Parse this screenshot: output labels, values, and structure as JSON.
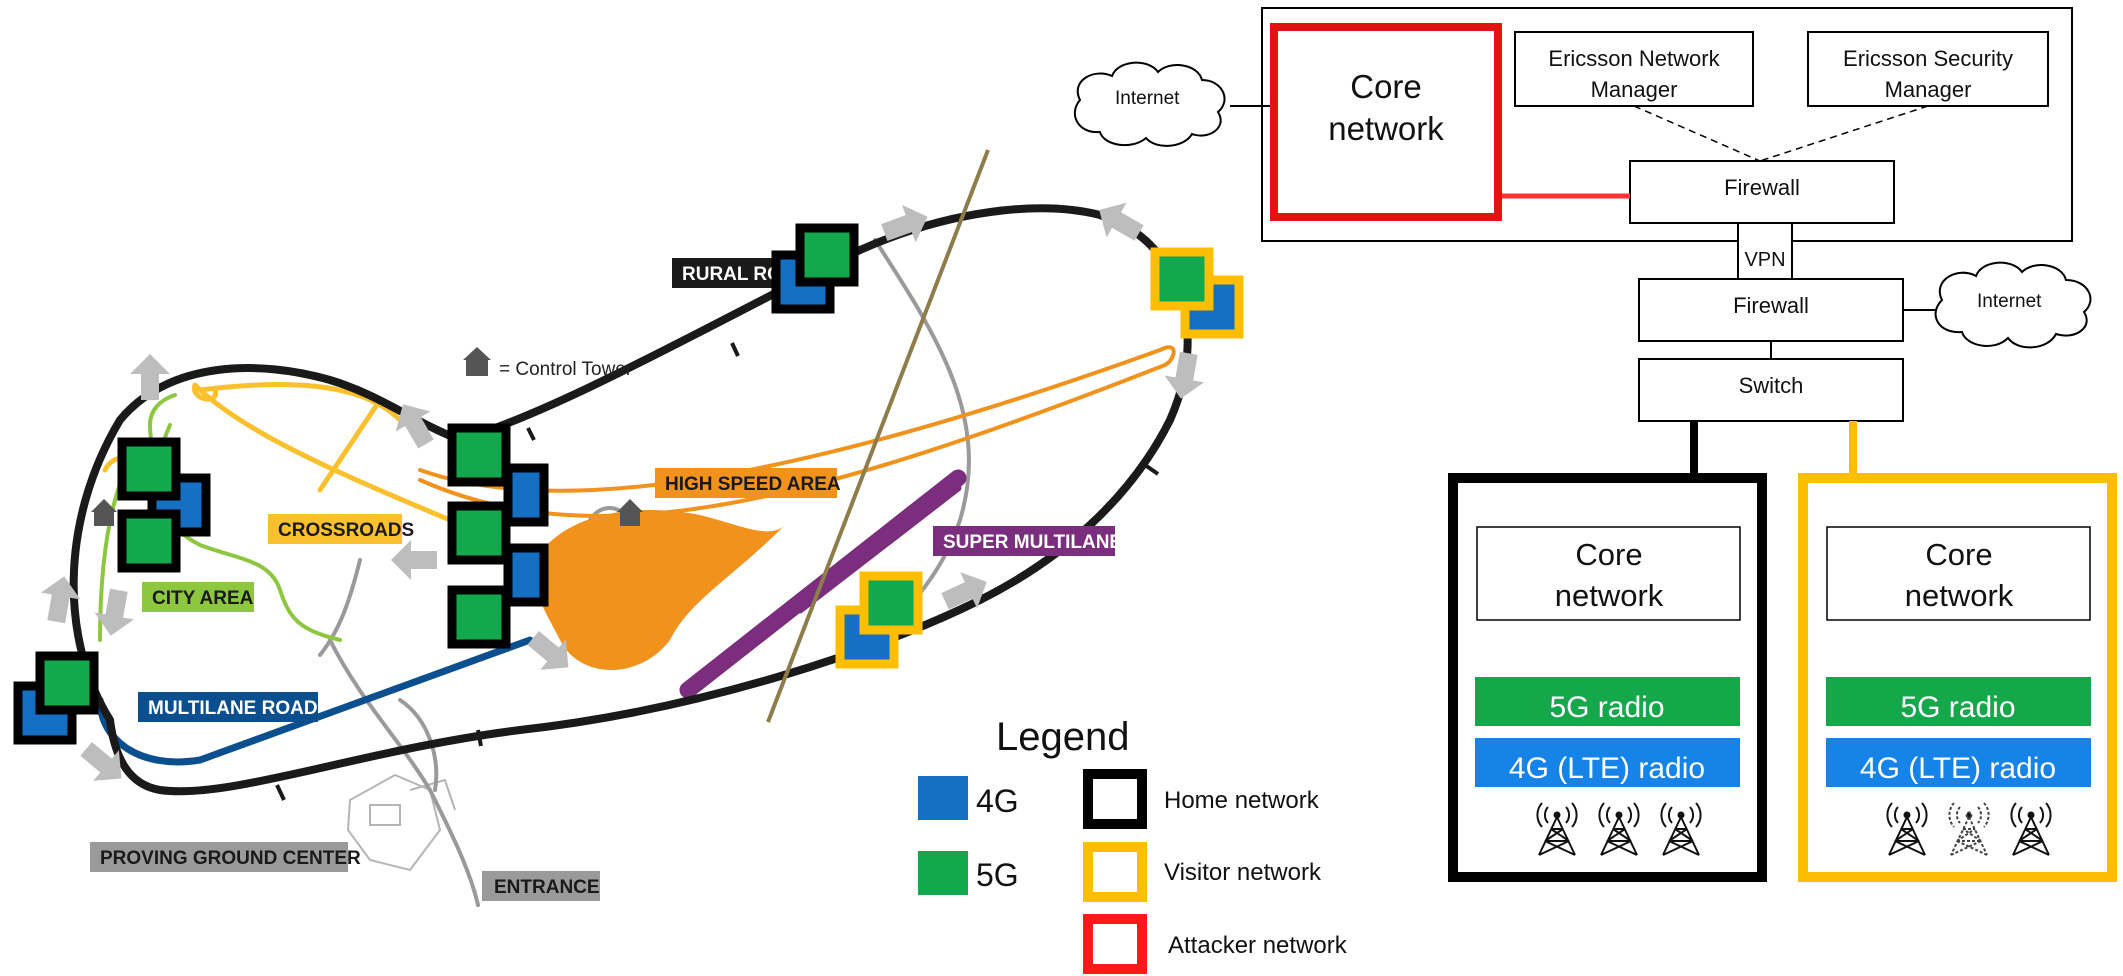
{
  "map": {
    "control_tower_note": "= Control Tower",
    "areas": {
      "rural_road": "RURAL RO",
      "high_speed_area": "HIGH SPEED AREA",
      "crossroads": "CROSSROADS",
      "city_area": "CITY AREA",
      "super_multilane": "SUPER MULTILANE",
      "multilane_road": "MULTILANE ROAD",
      "proving_ground_center": "PROVING GROUND CENTER",
      "entrance": "ENTRANCE"
    },
    "colors": {
      "track": "#1a1a1a",
      "orange_road": "#f0921c",
      "yellow_road": "#fbc02d",
      "green_road": "#8dc63f",
      "blue_road": "#0b4f8f",
      "purple_road": "#7b2d7e",
      "grey_road": "#9a9a9a",
      "divider": "#8c7d4b",
      "arrow": "#bdbdbd"
    }
  },
  "legend": {
    "title": "Legend",
    "items": {
      "g4": "4G",
      "g5": "5G",
      "home": "Home network",
      "visitor": "Visitor network",
      "attacker": "Attacker network"
    },
    "colors": {
      "g4": "#1570c4",
      "g5": "#12a84c",
      "home": "#000000",
      "visitor": "#ffbe00",
      "attacker": "#ff1a1a"
    }
  },
  "architecture": {
    "internet_top": "Internet",
    "internet_right": "Internet",
    "attacker_core_line1": "Core",
    "attacker_core_line2": "network",
    "network_manager_line1": "Ericsson Network",
    "network_manager_line2": "Manager",
    "security_manager_line1": "Ericsson Security",
    "security_manager_line2": "Manager",
    "firewall_upper": "Firewall",
    "vpn": "VPN",
    "firewall_lower": "Firewall",
    "switch": "Switch",
    "home_core_line1": "Core",
    "home_core_line2": "network",
    "home_5g": "5G radio",
    "home_4g": "4G (LTE) radio",
    "visitor_core_line1": "Core",
    "visitor_core_line2": "network",
    "visitor_5g": "5G radio",
    "visitor_4g": "4G (LTE) radio",
    "colors": {
      "radio_5g": "#14a84a",
      "radio_4g": "#1583e8",
      "home_border": "#000000",
      "visitor_border": "#ffbe00",
      "attacker_border": "#e51212"
    }
  }
}
